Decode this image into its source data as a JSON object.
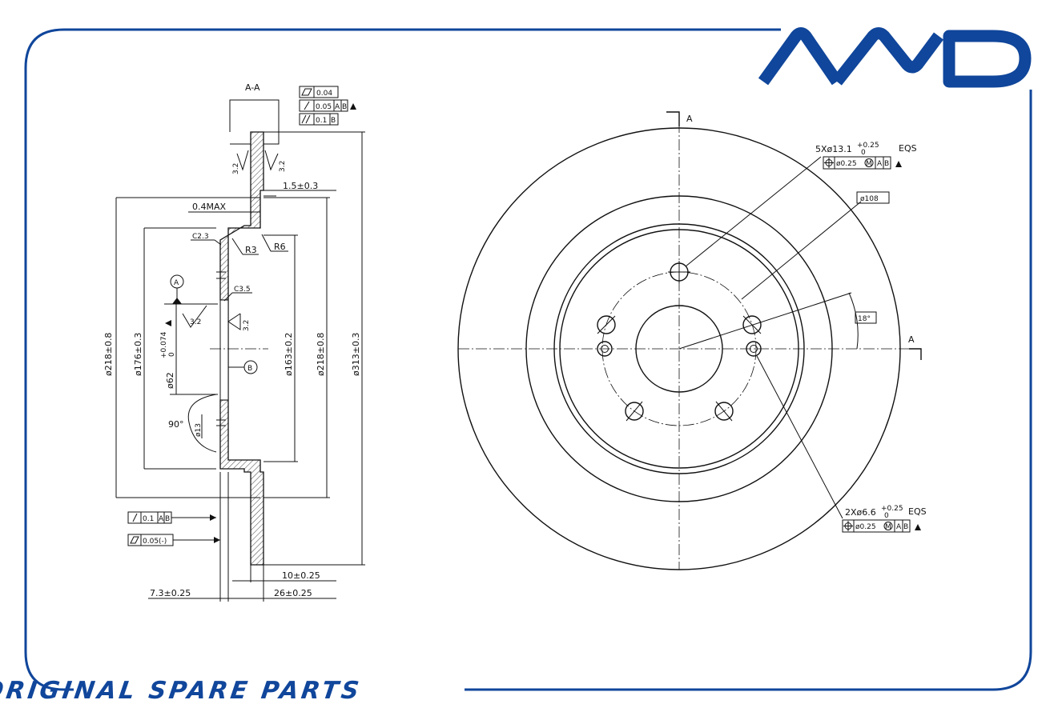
{
  "brand": {
    "logo_text": "AMD",
    "tagline": "ORIGINAL SPARE PARTS",
    "color": "#10469b"
  },
  "section_view": {
    "section_label": "A-A",
    "tolerance_frames": {
      "flatness": "0.04",
      "runout": [
        "0.05",
        "A",
        "B"
      ],
      "parallelism": [
        "0.1",
        "B"
      ]
    },
    "roughness_marks": [
      "3.2",
      "3.2",
      "3.2",
      "3.2"
    ],
    "dimensions": {
      "d_thickness_var": "1.5±0.3",
      "d_0_4max": "0.4MAX",
      "d_c23": "C2.3",
      "d_r3": "R3",
      "d_r6": "R6",
      "d_c35": "C3.5",
      "d_218_left": "ø218±0.8",
      "d_176": "ø176±0.3",
      "d_62": "ø62",
      "d_62_tol_up": "+0.074",
      "d_62_tol_low": "0",
      "d_163": "ø163±0.2",
      "d_218_right": "ø218±0.8",
      "d_313": "ø313±0.3",
      "d_90": "90°",
      "d_13": "ø13",
      "d_10": "10±0.25",
      "d_7_3": "7.3±0.25",
      "d_26": "26±0.25"
    },
    "datum_a": "A",
    "datum_b": "B",
    "bottom_frames": {
      "runout": [
        "0.1",
        "A",
        "B"
      ],
      "flatness": "0.05(-)"
    }
  },
  "front_view": {
    "section_marker_top": "A",
    "section_marker_right": "A",
    "bolt_holes": {
      "spec": "5Xø13.1",
      "tol_up": "+0.25",
      "tol_low": "0",
      "eqs": "EQS",
      "frame": [
        "ø0.25",
        "M",
        "A",
        "B"
      ]
    },
    "pcd": "ø108",
    "angle": "18°",
    "pin_holes": {
      "spec": "2Xø6.6",
      "tol_up": "+0.25",
      "tol_low": "0",
      "eqs": "EQS",
      "frame": [
        "ø0.25",
        "M",
        "A",
        "B"
      ]
    }
  }
}
